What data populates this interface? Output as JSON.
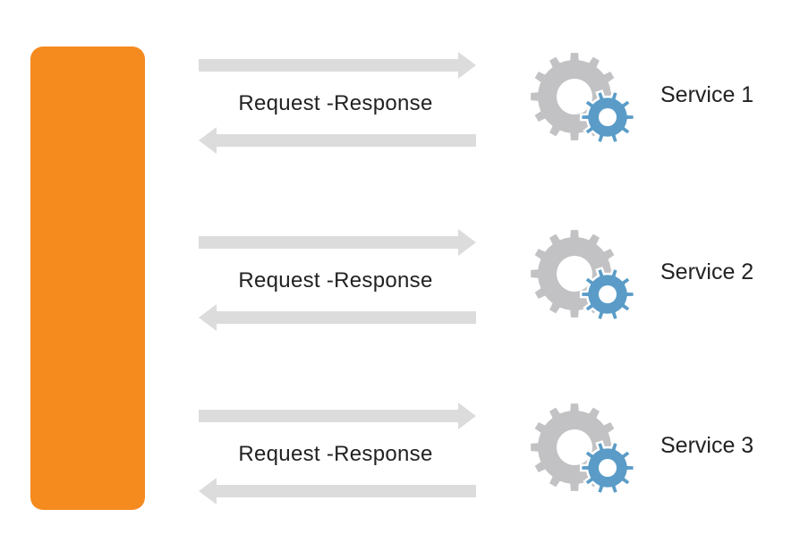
{
  "colors": {
    "client": "#f58a1f",
    "arrow": "#dcdcdc",
    "gear_large": "#c2c2c4",
    "gear_small": "#5a9cc7",
    "text": "#222222"
  },
  "client_block": {
    "label": ""
  },
  "rows": [
    {
      "request_icon": "arrow-right-icon",
      "response_icon": "arrow-left-icon",
      "label": "Request -Response",
      "service_icon": "gears-icon",
      "service": "Service 1"
    },
    {
      "request_icon": "arrow-right-icon",
      "response_icon": "arrow-left-icon",
      "label": "Request -Response",
      "service_icon": "gears-icon",
      "service": "Service 2"
    },
    {
      "request_icon": "arrow-right-icon",
      "response_icon": "arrow-left-icon",
      "label": "Request -Response",
      "service_icon": "gears-icon",
      "service": "Service 3"
    }
  ]
}
